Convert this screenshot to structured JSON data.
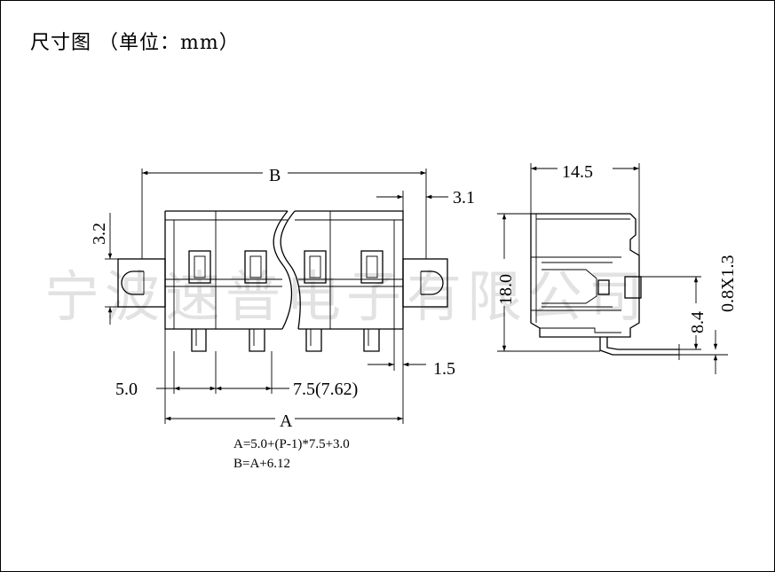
{
  "title": "尺寸图 （单位：mm）",
  "watermark": "宁波速普电子有限公司",
  "front_view": {
    "dim_B": "B",
    "dim_3_1": "3.1",
    "dim_3_2": "3.2",
    "dim_1_5": "1.5",
    "dim_5_0": "5.0",
    "dim_7_5": "7.5(7.62)",
    "dim_A": "A"
  },
  "side_view": {
    "dim_14_5": "14.5",
    "dim_18_0": "18.0",
    "dim_8_4": "8.4",
    "dim_0_8x1_3": "0.8X1.3"
  },
  "formulas": {
    "formula_A": "A=5.0+(P-1)*7.5+3.0",
    "formula_B": "B=A+6.12"
  }
}
